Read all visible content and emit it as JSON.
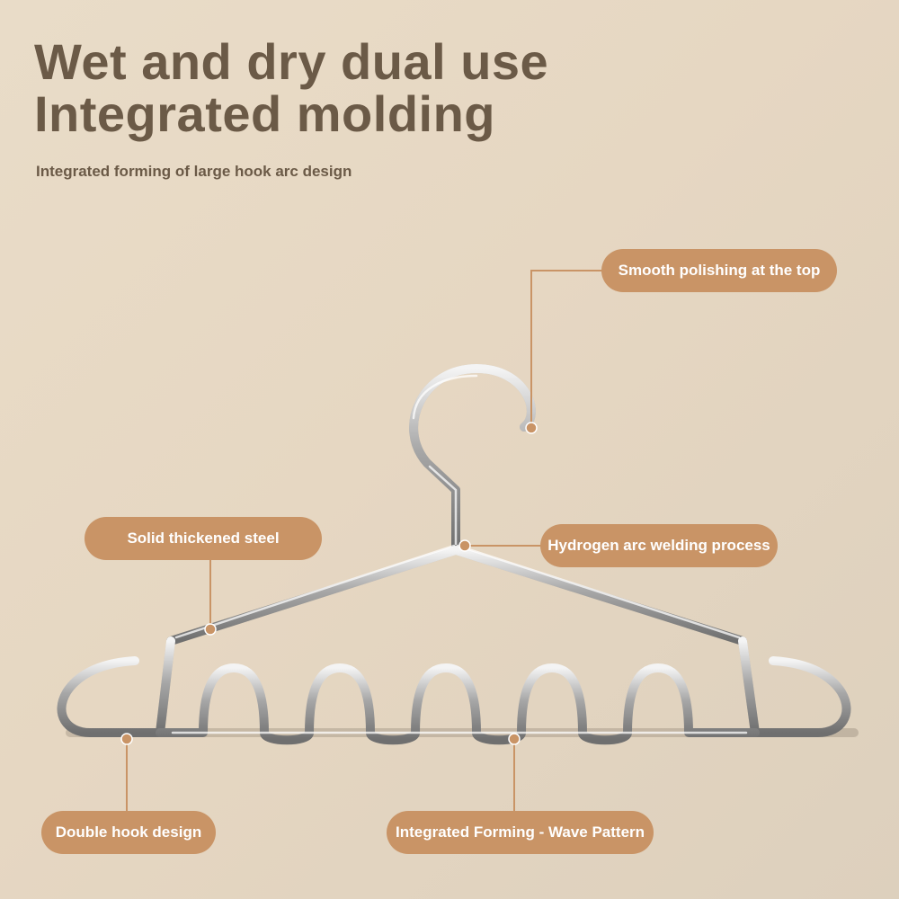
{
  "headline": {
    "line1": "Wet and dry dual use",
    "line2": "Integrated molding"
  },
  "subtitle": "Integrated forming of large hook arc design",
  "callouts": {
    "smooth_polishing": "Smooth polishing at the top",
    "solid_steel": "Solid thickened steel",
    "hydrogen_arc": "Hydrogen arc welding process",
    "double_hook": "Double hook design",
    "wave_pattern": "Integrated Forming - Wave Pattern"
  },
  "colors": {
    "headline": "#6b5a47",
    "pill": "#c99466",
    "leader": "#c99466",
    "dot": "#c99466",
    "steel": "#9a9a9a"
  }
}
